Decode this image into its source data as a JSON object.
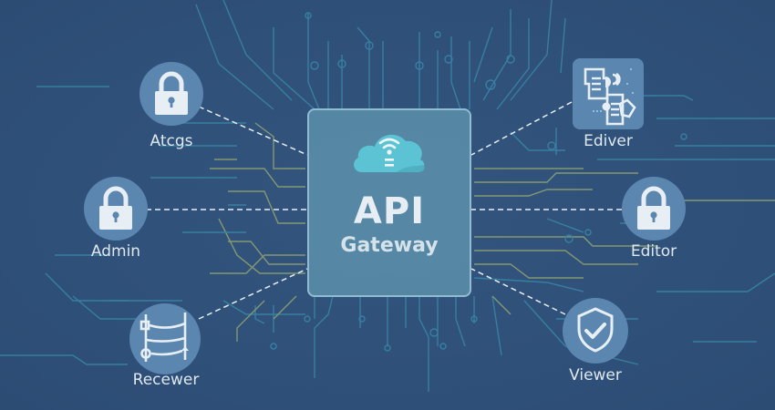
{
  "diagram": {
    "hub": {
      "title": "API",
      "subtitle": "Gateway",
      "icon": "cloud-wifi-icon"
    },
    "nodes": [
      {
        "id": "atcgs",
        "label": "Atcgs",
        "icon": "lock-icon",
        "shape": "circle",
        "position": "top-left"
      },
      {
        "id": "admin",
        "label": "Admin",
        "icon": "lock-icon",
        "shape": "circle",
        "position": "middle-left"
      },
      {
        "id": "recewer",
        "label": "Recewer",
        "icon": "ladder-rack-icon",
        "shape": "circle",
        "position": "bottom-left"
      },
      {
        "id": "ediver",
        "label": "Ediver",
        "icon": "documents-icon",
        "shape": "rounded-square",
        "position": "top-right"
      },
      {
        "id": "editor",
        "label": "Editor",
        "icon": "lock-icon",
        "shape": "circle",
        "position": "middle-right"
      },
      {
        "id": "viewer",
        "label": "Viewer",
        "icon": "shield-check-icon",
        "shape": "circle",
        "position": "bottom-right"
      }
    ],
    "connections": [
      {
        "from": "atcgs",
        "to": "hub",
        "style": "dashed"
      },
      {
        "from": "admin",
        "to": "hub",
        "style": "dashed"
      },
      {
        "from": "recewer",
        "to": "hub",
        "style": "dashed"
      },
      {
        "from": "ediver",
        "to": "hub",
        "style": "dashed"
      },
      {
        "from": "editor",
        "to": "hub",
        "style": "dashed"
      },
      {
        "from": "viewer",
        "to": "hub",
        "style": "dashed"
      }
    ],
    "colors": {
      "background": "#2f5078",
      "node_fill": "#5a86b0",
      "hub_fill": "#6a9bb5",
      "hub_border": "#8fbcd0",
      "cloud": "#5cc3d4",
      "trace_teal": "#3f93b0",
      "trace_olive": "#9fb071",
      "text": "#dfe8ef"
    }
  }
}
